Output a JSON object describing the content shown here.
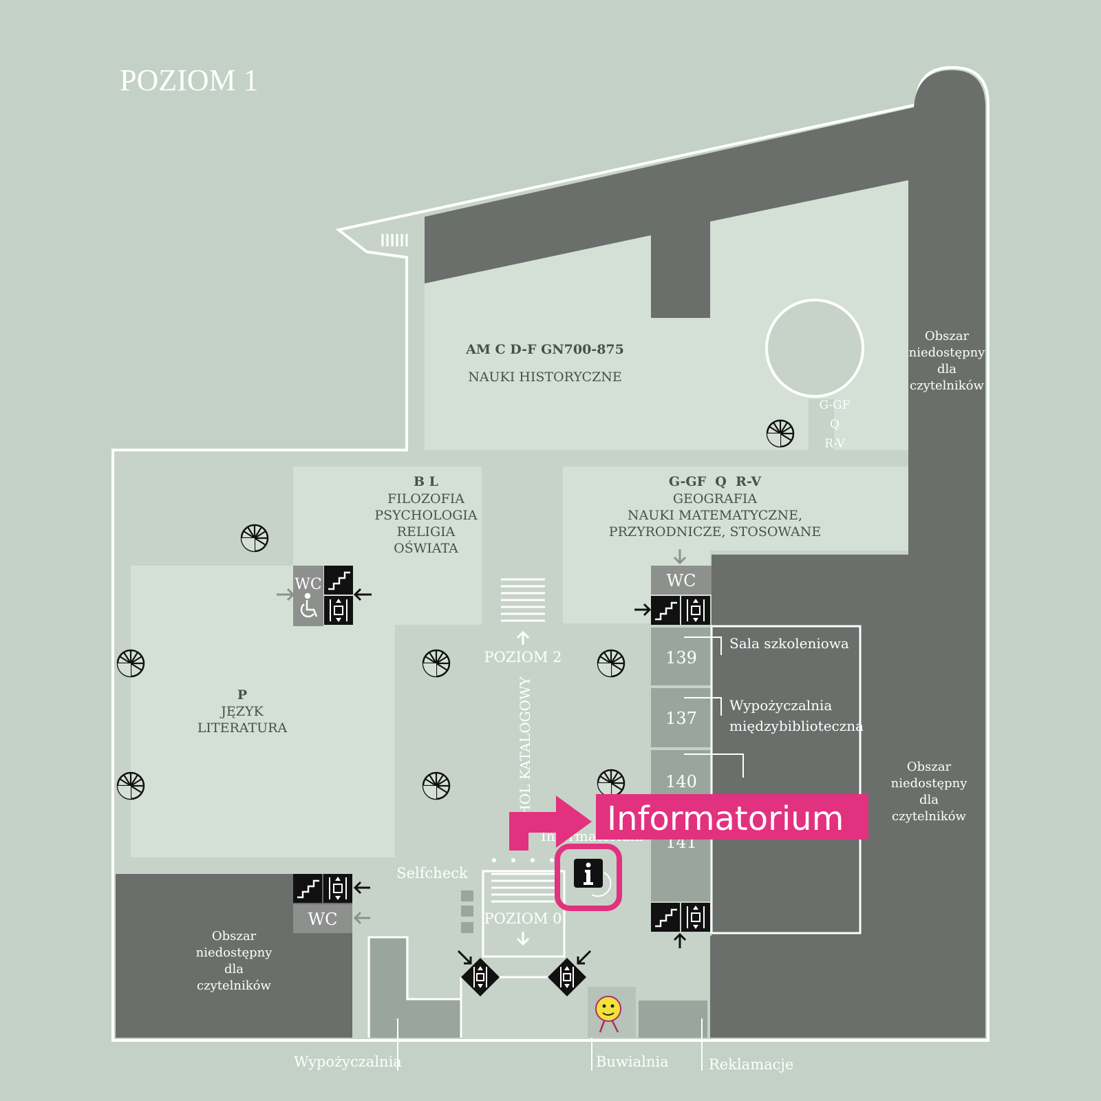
{
  "map": {
    "title": "POZIOM 1",
    "colors": {
      "background": "#c3d1c6",
      "floor": "#d4e0d6",
      "restricted": "#6a6f6b",
      "corridor": "#c7d3c9",
      "room_gray": "#9aa69d",
      "accent": "#e2317f"
    },
    "rooms": {
      "historical": {
        "code": "AM C D-F GN700-875",
        "name": "NAUKI HISTORYCZNE"
      },
      "philosophy": {
        "code": "B L",
        "line1": "FILOZOFIA",
        "line2": "PSYCHOLOGIA",
        "line3": "RELIGIA",
        "line4": "OŚWIATA"
      },
      "geography": {
        "code": "G-GF  Q  R-V",
        "line1": "GEOGRAFIA",
        "line2": "NAUKI MATEMATYCZNE,",
        "line3": "PRZYRODNICZE, STOSOWANE"
      },
      "language": {
        "code": "P",
        "line1": "JĘZYK",
        "line2": "LITERATURA"
      },
      "niche": {
        "line1": "G-GF",
        "line2": "Q",
        "line3": "R-V"
      },
      "hall": "HOL KATALOGOWY"
    },
    "restricted_area": {
      "line1": "Obszar",
      "line2": "niedostępny",
      "line3": "dla",
      "line4": "czytelników"
    },
    "numbered_rooms": [
      {
        "number": "139",
        "label": "Sala szkoleniowa"
      },
      {
        "number": "137",
        "label": "Wypożyczalnia",
        "label2": "międzybiblioteczna"
      },
      {
        "number": "140"
      },
      {
        "number": "141"
      }
    ],
    "labels": {
      "wc": "WC",
      "poziom2": "POZIOM 2",
      "poziom0": "POZIOM 0",
      "selfcheck": "Selfcheck",
      "informatorium_small": "Informatorium",
      "wypozyczalnia": "Wypożyczalnia",
      "buwialnia": "Buwialnia",
      "reklamacje": "Reklamacje"
    },
    "icons": [
      "info-icon",
      "stairs-icon",
      "elevator-icon",
      "wheelchair-icon",
      "spiral-staircase-icon",
      "arrow-icon",
      "mascot-icon"
    ],
    "callout": {
      "text": "Informatorium"
    }
  }
}
